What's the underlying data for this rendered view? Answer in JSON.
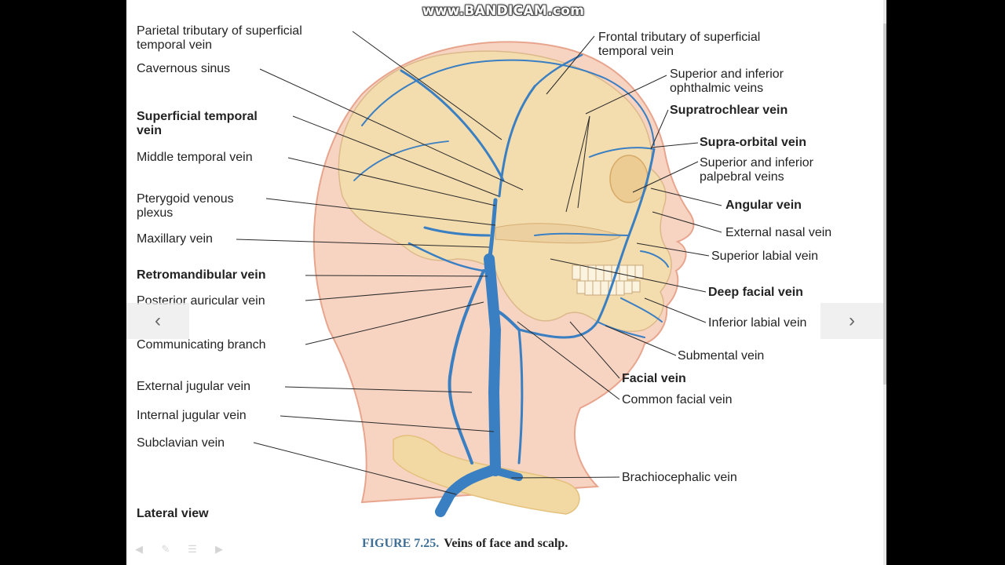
{
  "watermark": "www.BANDICAM.com",
  "figure": {
    "number": "FIGURE 7.25.",
    "title": "Veins of face and scalp.",
    "view": "Lateral view"
  },
  "labels_left": [
    {
      "text": "Parietal tributary of superficial",
      "text2": "temporal vein",
      "bold": false
    },
    {
      "text": "Cavernous sinus",
      "bold": false
    },
    {
      "text": "Superficial temporal",
      "text2": "vein",
      "bold": true
    },
    {
      "text": "Middle temporal vein",
      "bold": false
    },
    {
      "text": "Pterygoid venous",
      "text2": "plexus",
      "bold": false
    },
    {
      "text": "Maxillary vein",
      "bold": false
    },
    {
      "text": "Retromandibular vein",
      "bold": true
    },
    {
      "text": "Posterior auricular vein",
      "bold": false
    },
    {
      "text": "Communicating branch",
      "bold": false
    },
    {
      "text": "External jugular vein",
      "bold": false
    },
    {
      "text": "Internal jugular vein",
      "bold": false
    },
    {
      "text": "Subclavian vein",
      "bold": false
    }
  ],
  "labels_right": [
    {
      "text": "Frontal tributary of superficial",
      "text2": "temporal vein",
      "bold": false
    },
    {
      "text": "Superior and inferior",
      "text2": "ophthalmic veins",
      "bold": false
    },
    {
      "text": "Supratrochlear vein",
      "bold": true
    },
    {
      "text": "Supra-orbital vein",
      "bold": true
    },
    {
      "text": "Superior and inferior",
      "text2": "palpebral veins",
      "bold": false
    },
    {
      "text": "Angular vein",
      "bold": true
    },
    {
      "text": "External nasal vein",
      "bold": false
    },
    {
      "text": "Superior labial vein",
      "bold": false
    },
    {
      "text": "Deep facial vein",
      "bold": true
    },
    {
      "text": "Inferior labial vein",
      "bold": false
    },
    {
      "text": "Submental vein",
      "bold": false
    },
    {
      "text": "Facial vein",
      "bold": true
    },
    {
      "text": "Common facial vein",
      "bold": false
    },
    {
      "text": "Brachiocephalic vein",
      "bold": false
    }
  ],
  "nav": {
    "prev": "‹",
    "next": "›"
  },
  "colors": {
    "vein": "#3a7fc2",
    "skin": "#f7d3c2",
    "bone": "#f3dcae",
    "caption_figure": "#3f6f96"
  }
}
